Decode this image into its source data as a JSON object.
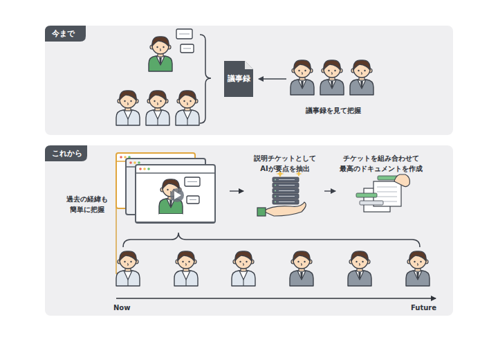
{
  "diagram": {
    "nodes": [
      {
        "text": [
          "今まで"
        ]
      },
      {
        "text": [
          "議事録"
        ],
        "in": 0
      },
      {
        "text": [
          "議事録を見て把握"
        ],
        "in": 0
      },
      {
        "text": [
          "これから"
        ]
      },
      {
        "text": [
          "説明チケットとして AIが要点を抽出"
        ],
        "in": 3
      },
      {
        "text": [
          "チケットを組み合わせて 最高のドキュメントを作成"
        ],
        "in": 3
      }
    ],
    "edges": [
      {
        "from": 2,
        "to": 1,
        "arrow": "to"
      },
      {
        "from": 4,
        "to": 5,
        "arrow": "to"
      }
    ],
    "labels": [
      "過去の経緯も 簡単に把握",
      "Now",
      "Future"
    ]
  }
}
